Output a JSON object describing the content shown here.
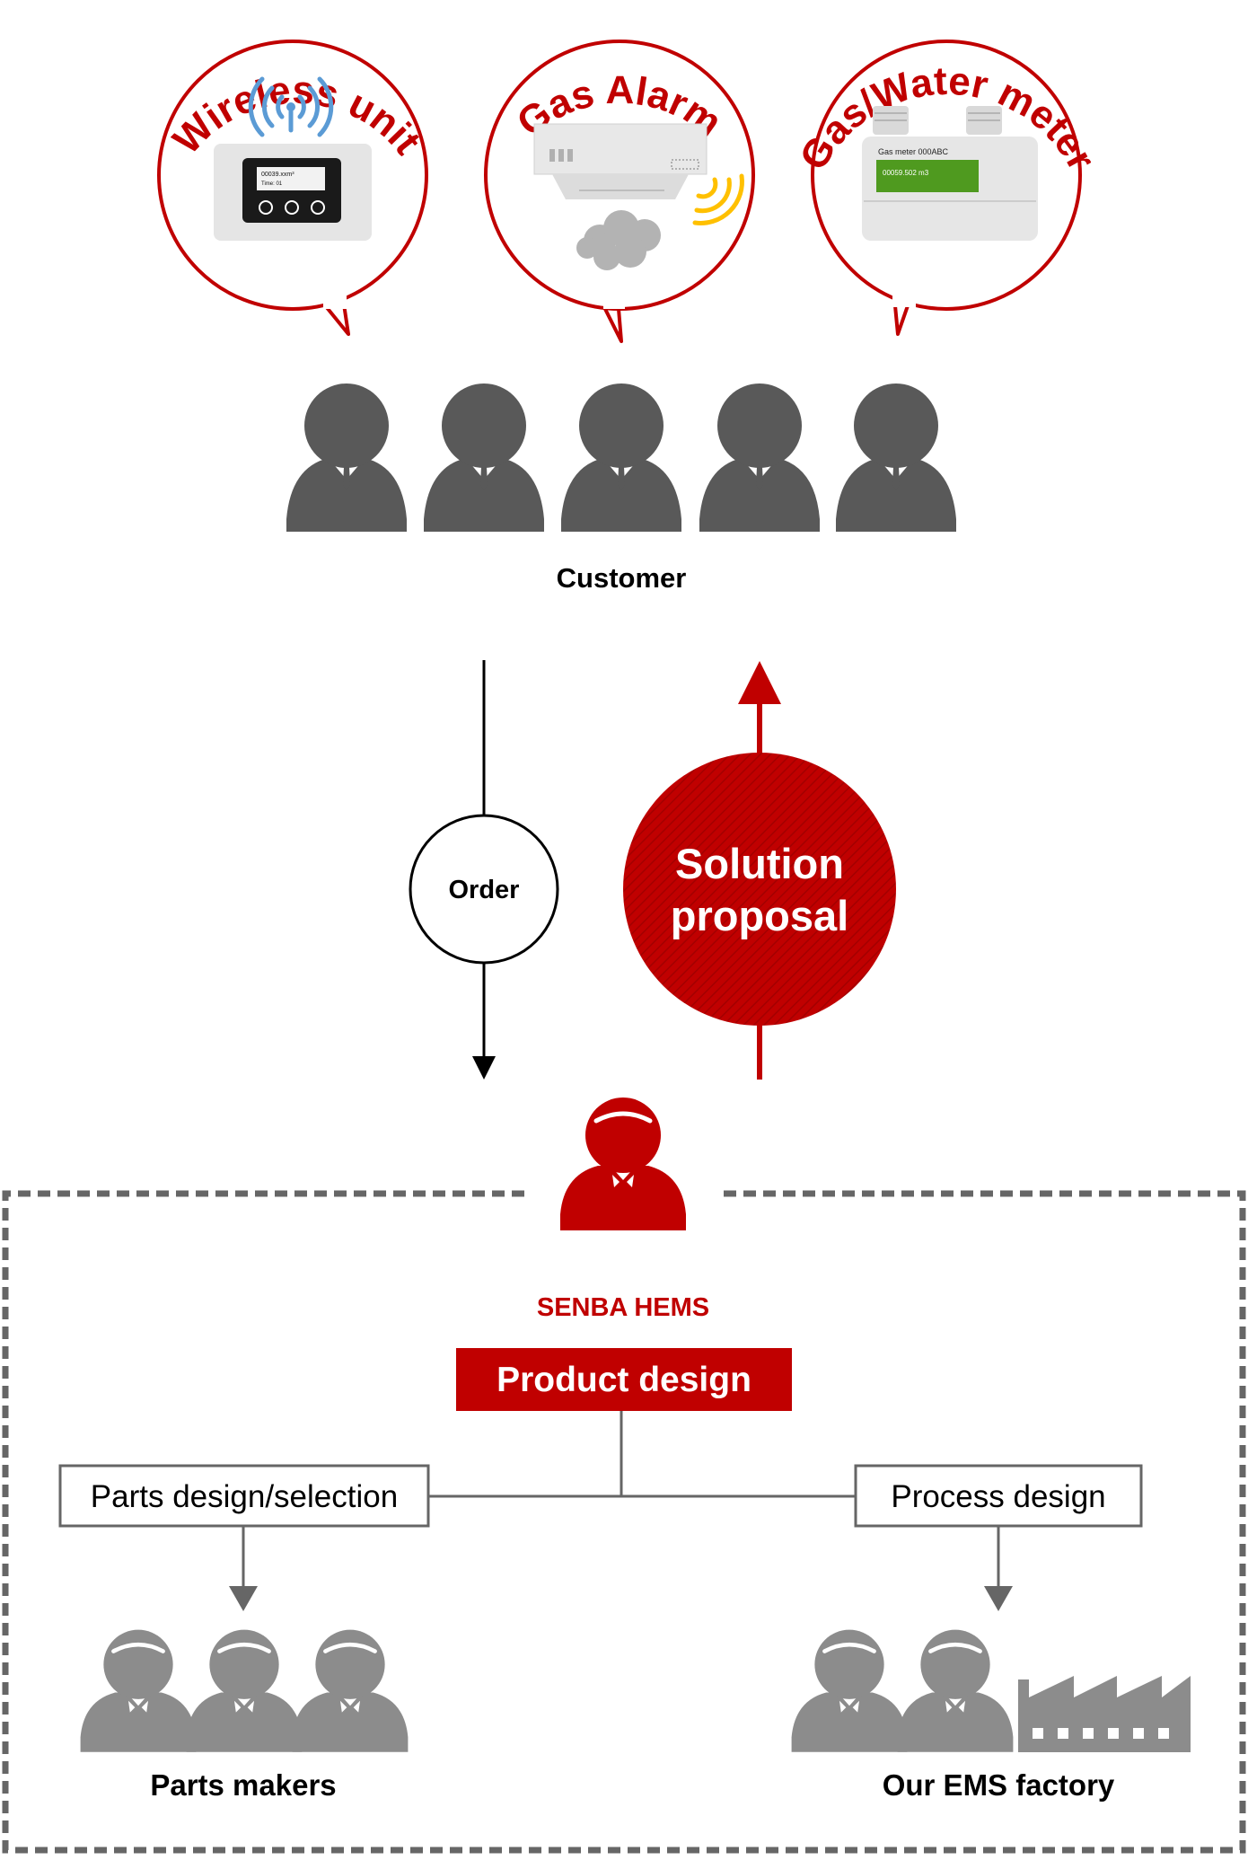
{
  "devices": [
    {
      "id": "wireless",
      "label": "Wireless unit",
      "screen_line1": "00039.xxm³",
      "screen_line2": "Time: 01"
    },
    {
      "id": "alarm",
      "label": "Gas Alarm"
    },
    {
      "id": "meter",
      "label": "Gas/Water meter",
      "meter_title": "Gas meter 000ABC",
      "meter_reading": "00059.502 m3"
    }
  ],
  "customer": {
    "label": "Customer"
  },
  "flow": {
    "order_label": "Order",
    "solution_line1": "Solution",
    "solution_line2": "proposal"
  },
  "company": {
    "name": "SENBA HEMS",
    "product_design": "Product design"
  },
  "branches": {
    "parts": {
      "box_label": "Parts design/selection",
      "group_label": "Parts makers"
    },
    "process": {
      "box_label": "Process design",
      "group_label": "Our EMS factory"
    }
  },
  "colors": {
    "brand_red": "#c00000",
    "dark_gray": "#595959",
    "light_gray": "#8c8c8c",
    "line_gray": "#666666",
    "signal_blue": "#5b9bd5",
    "signal_yellow": "#ffc000",
    "meter_green": "#4f9a1f"
  },
  "icons": [
    "wifi-icon",
    "signal-wave-icon",
    "smoke-cloud-icon",
    "customer-person-icon",
    "worker-person-icon",
    "factory-icon",
    "arrow-down-icon",
    "arrow-up-icon"
  ]
}
